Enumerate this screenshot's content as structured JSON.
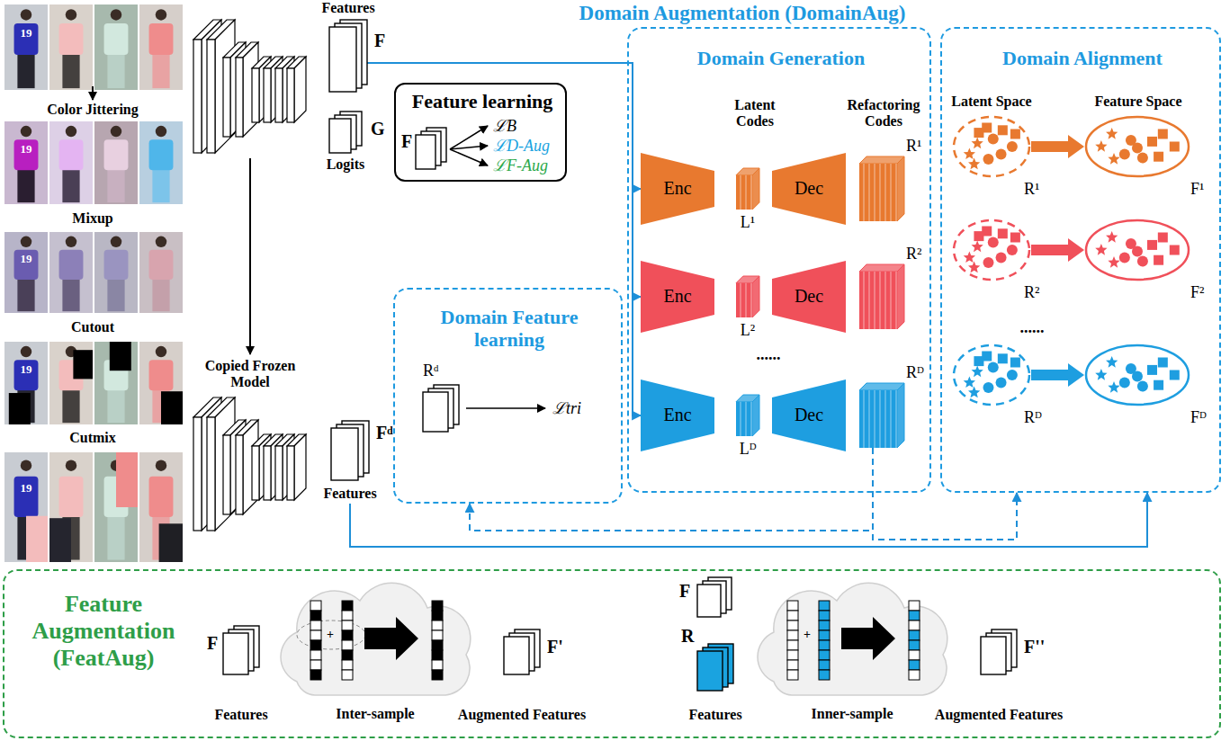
{
  "diagram": {
    "nodes": [
      {
        "text": [
          "Features",
          "F"
        ]
      },
      {
        "text": [
          "G",
          "Logits"
        ]
      },
      {
        "text": [
          "Fᵈ",
          "Features"
        ]
      },
      {
        "text": [
          "Feature learning",
          "ℒB",
          "ℒD-Aug",
          "ℒF-Aug"
        ]
      },
      {
        "text": [
          "F"
        ],
        "in": 3
      },
      {
        "text": [
          "Domain Feature learning",
          "ℒtri"
        ]
      },
      {
        "text": [
          "Rᵈ"
        ],
        "in": 5
      },
      {
        "text": [
          "Domain Generation",
          "Latent Codes",
          "Refactoring Codes",
          "......"
        ]
      },
      {
        "text": [
          "Enc"
        ],
        "in": 7
      },
      {
        "text": [
          "L¹"
        ],
        "in": 7
      },
      {
        "text": [
          "Dec"
        ],
        "in": 7
      },
      {
        "text": [
          "R¹"
        ],
        "in": 7
      },
      {
        "text": [
          "Enc"
        ],
        "in": 7
      },
      {
        "text": [
          "L²"
        ],
        "in": 7
      },
      {
        "text": [
          "Dec"
        ],
        "in": 7
      },
      {
        "text": [
          "R²"
        ],
        "in": 7
      },
      {
        "text": [
          "Enc"
        ],
        "in": 7
      },
      {
        "text": [
          "Lᴰ"
        ],
        "in": 7
      },
      {
        "text": [
          "Dec"
        ],
        "in": 7
      },
      {
        "text": [
          "Rᴰ"
        ],
        "in": 7
      },
      {
        "text": [
          "Domain Alignment",
          "Latent Space",
          "Feature Space",
          "......"
        ]
      },
      {
        "text": [
          "R¹"
        ],
        "in": 20
      },
      {
        "text": [
          "F¹"
        ],
        "in": 20
      },
      {
        "text": [
          "R²"
        ],
        "in": 20
      },
      {
        "text": [
          "F²"
        ],
        "in": 20
      },
      {
        "text": [
          "Rᴰ"
        ],
        "in": 20
      },
      {
        "text": [
          "Fᴰ"
        ],
        "in": 20
      },
      {
        "text": [
          "Feature Augmentation (FeatAug)"
        ]
      },
      {
        "text": [
          "F",
          "Features"
        ],
        "in": 27
      },
      {
        "text": [
          "+",
          "Inter-sample"
        ],
        "in": 27
      },
      {
        "text": [
          "F'",
          "Augmented Features"
        ],
        "in": 27
      },
      {
        "text": [
          "F"
        ],
        "in": 27
      },
      {
        "text": [
          "R",
          "Features"
        ],
        "in": 27
      },
      {
        "text": [
          "+",
          "Inner-sample"
        ],
        "in": 27
      },
      {
        "text": [
          "F''",
          "Augmented Features"
        ],
        "in": 27
      }
    ],
    "edges": [
      {
        "from": 0,
        "to": 8,
        "arrow": "to"
      },
      {
        "from": 0,
        "to": 12,
        "arrow": "to"
      },
      {
        "from": 0,
        "to": 16,
        "arrow": "to"
      },
      {
        "from": 19,
        "to": 5,
        "arrow": "to"
      },
      {
        "from": 19,
        "to": 20,
        "arrow": "to"
      },
      {
        "from": 2,
        "to": 20,
        "arrow": "to"
      },
      {
        "from": 21,
        "to": 22,
        "arrow": "to"
      },
      {
        "from": 23,
        "to": 24,
        "arrow": "to"
      },
      {
        "from": 25,
        "to": 26,
        "arrow": "to"
      }
    ],
    "labels": [
      "Domain Augmentation (DomainAug)",
      "Color Jittering",
      "Mixup",
      "Cutout",
      "Cutmix",
      "Copied Frozen Model",
      "19",
      "19",
      "19",
      "19",
      "19"
    ]
  }
}
